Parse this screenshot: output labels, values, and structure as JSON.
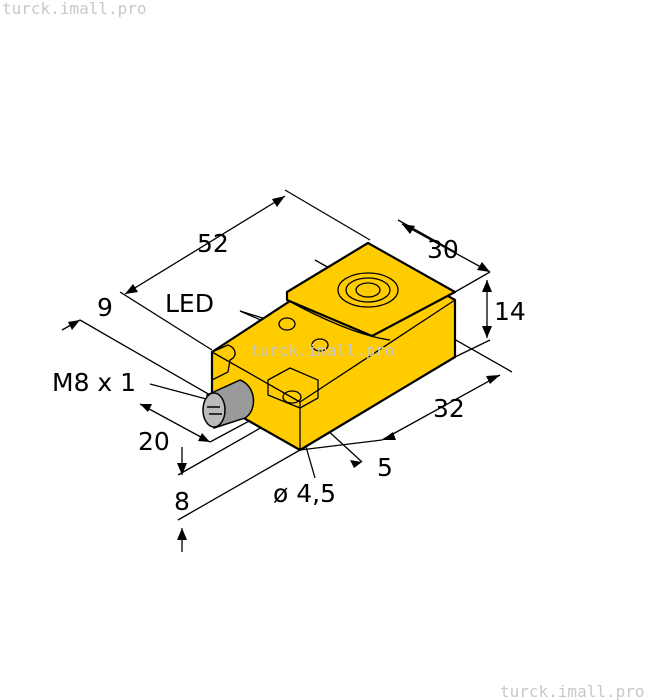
{
  "watermark": "turck.imall.pro",
  "colors": {
    "housing": "#FFCC00",
    "connector": "#9a9a9a",
    "outline": "#000000"
  },
  "labels": {
    "length": "52",
    "width": "30",
    "height": "14",
    "connector_offset": "9",
    "led": "LED",
    "thread": "M8 x 1",
    "hole_spacing": "20",
    "side_length": "32",
    "hole_edge": "5",
    "hole_diameter": "ø 4,5",
    "hole_height": "8"
  }
}
